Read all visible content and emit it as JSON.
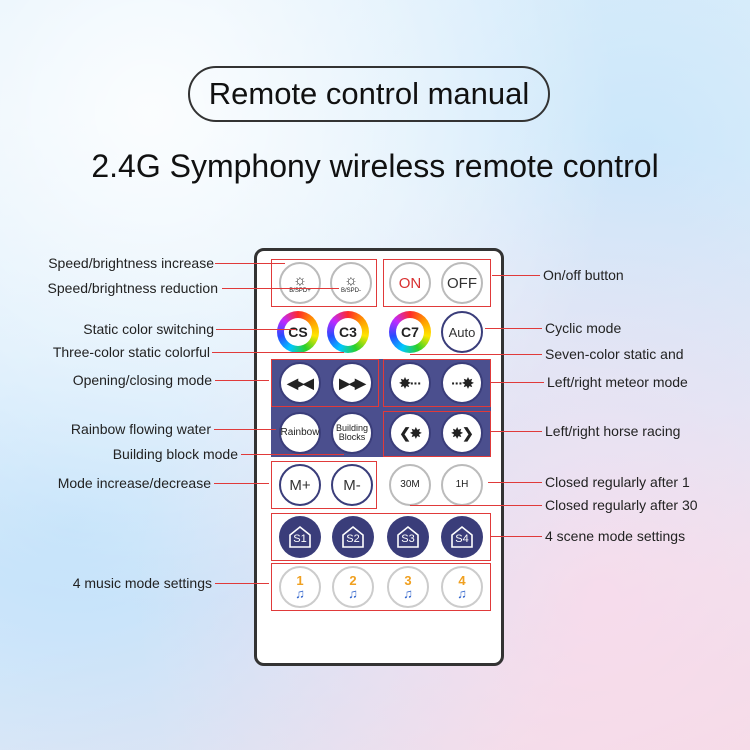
{
  "header": {
    "title": "Remote control manual",
    "subtitle": "2.4G Symphony wireless remote control"
  },
  "buttons": {
    "bspd_plus": "B/SPD+",
    "bspd_minus": "B/SPD-",
    "on": "ON",
    "off": "OFF",
    "cs": "CS",
    "c3": "C3",
    "c7": "C7",
    "auto": "Auto",
    "rainbow": "Rainbow",
    "building": "Building Blocks",
    "mplus": "M+",
    "mminus": "M-",
    "t30": "30M",
    "t1h": "1H",
    "s1": "S1",
    "s2": "S2",
    "s3": "S3",
    "s4": "S4",
    "m1": "1",
    "m2": "2",
    "m3": "3",
    "m4": "4"
  },
  "labels_left": {
    "speed_inc": "Speed/brightness increase",
    "speed_red": "Speed/brightness reduction",
    "static_switch": "Static color switching",
    "three_color": "Three-color static colorful",
    "open_close": "Opening/closing mode",
    "rainbow": "Rainbow flowing water",
    "building": "Building block mode",
    "mode_incdec": "Mode increase/decrease",
    "music": "4 music mode settings"
  },
  "labels_right": {
    "onoff": "On/off button",
    "cyclic": "Cyclic mode",
    "seven": "Seven-color static and",
    "meteor": "Left/right meteor mode",
    "horse": "Left/right horse racing",
    "closed1": "Closed regularly after 1",
    "closed30": "Closed regularly after 30",
    "scene": "4 scene mode settings"
  },
  "colors": {
    "accent_red": "#e03a3a",
    "band_navy": "#4b4f8e",
    "button_navy": "#3a3d7a"
  }
}
